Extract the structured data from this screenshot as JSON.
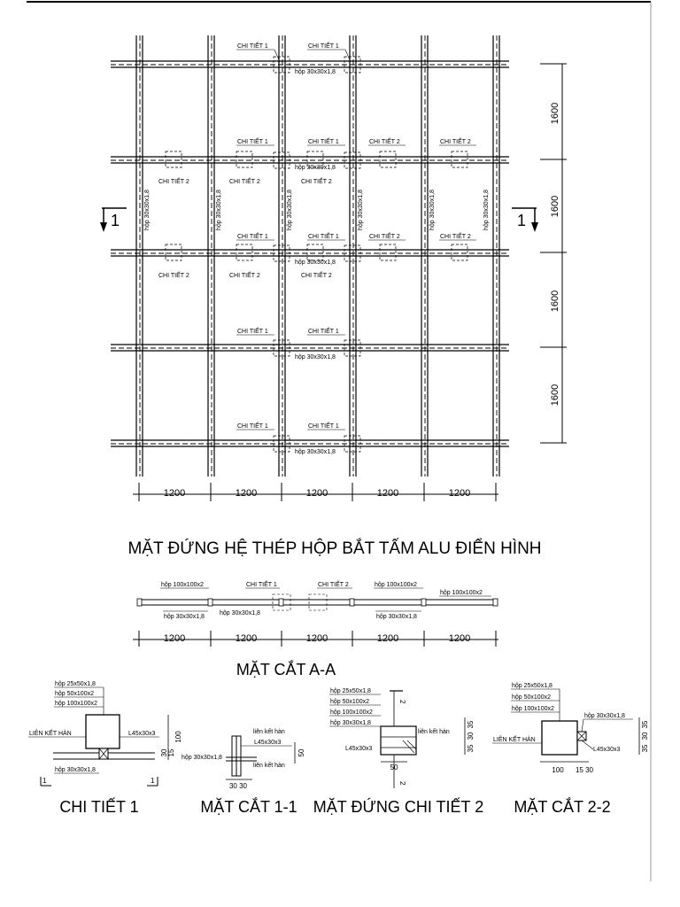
{
  "titles": {
    "elevation": "MẶT ĐỨNG HỆ THÉP HỘP BẮT TẤM ALU ĐIỂN HÌNH",
    "section_aa": "MẶT CẮT A-A",
    "detail_1": "CHI TIẾT 1",
    "section_11": "MẶT CẮT 1-1",
    "elevation_detail_2": "MẶT ĐỨNG CHI TIẾT 2",
    "section_22": "MẶT CẮT 2-2"
  },
  "grid": {
    "column_spacings": [
      "1200",
      "1200",
      "1200",
      "1200",
      "1200"
    ],
    "row_spacings": [
      "1600",
      "1600",
      "1600",
      "1600"
    ],
    "section_mark": "1"
  },
  "labels": {
    "chi_tiet_1": "CHI TIẾT 1",
    "chi_tiet_2": "CHI TIẾT 2",
    "hop_30": "hộp 30x30x1,8",
    "hop_30_dup": "hộp 30x30x1,8",
    "hop_100": "hộp 100x100x2",
    "hop_50": "hộp 50x100x2",
    "hop_25": "hộp 25x50x1,8",
    "l45": "L45x30x3",
    "lien_ket_han_caps": "LIÊN KẾT HÀN",
    "lien_ket_han": "liên kết hàn",
    "dim_100": "100",
    "dim_50": "50",
    "dim_15": "15",
    "dim_30": "30",
    "dim_35": "35",
    "dim_30_30": "30 30",
    "dim_15_30": "15 30",
    "mark_1": "1",
    "mark_2": "2"
  }
}
